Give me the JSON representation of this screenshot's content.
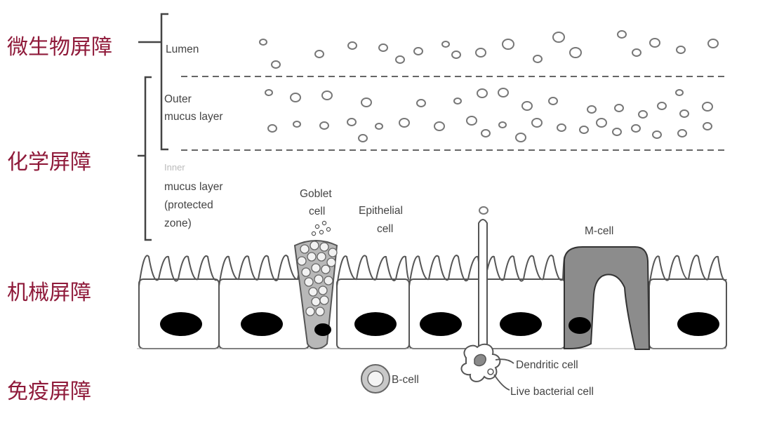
{
  "barriers": {
    "microbial": "微生物屏障",
    "chemical": "化学屏障",
    "mechanical": "机械屏障",
    "immune": "免疫屏障"
  },
  "diagram": {
    "lumen": "Lumen",
    "outer_mucus_line1": "Outer",
    "outer_mucus_line2": "mucus layer",
    "inner_line1": "Inner",
    "inner_line2": "mucus layer",
    "inner_line3": "(protected",
    "inner_line4": "zone)",
    "goblet_line1": "Goblet",
    "goblet_line2": "cell",
    "epithelial_line1": "Epithelial",
    "epithelial_line2": "cell",
    "m_cell": "M-cell",
    "b_cell": "B-cell",
    "dendritic_cell": "Dendritic cell",
    "live_bacterial_cell": "Live bacterial cell"
  },
  "colors": {
    "barrier_text": "#8f1a3a",
    "line": "#555555",
    "m_cell_fill": "#8c8c8c",
    "goblet_fill": "#b8b8b8",
    "nucleus": "#000000"
  }
}
